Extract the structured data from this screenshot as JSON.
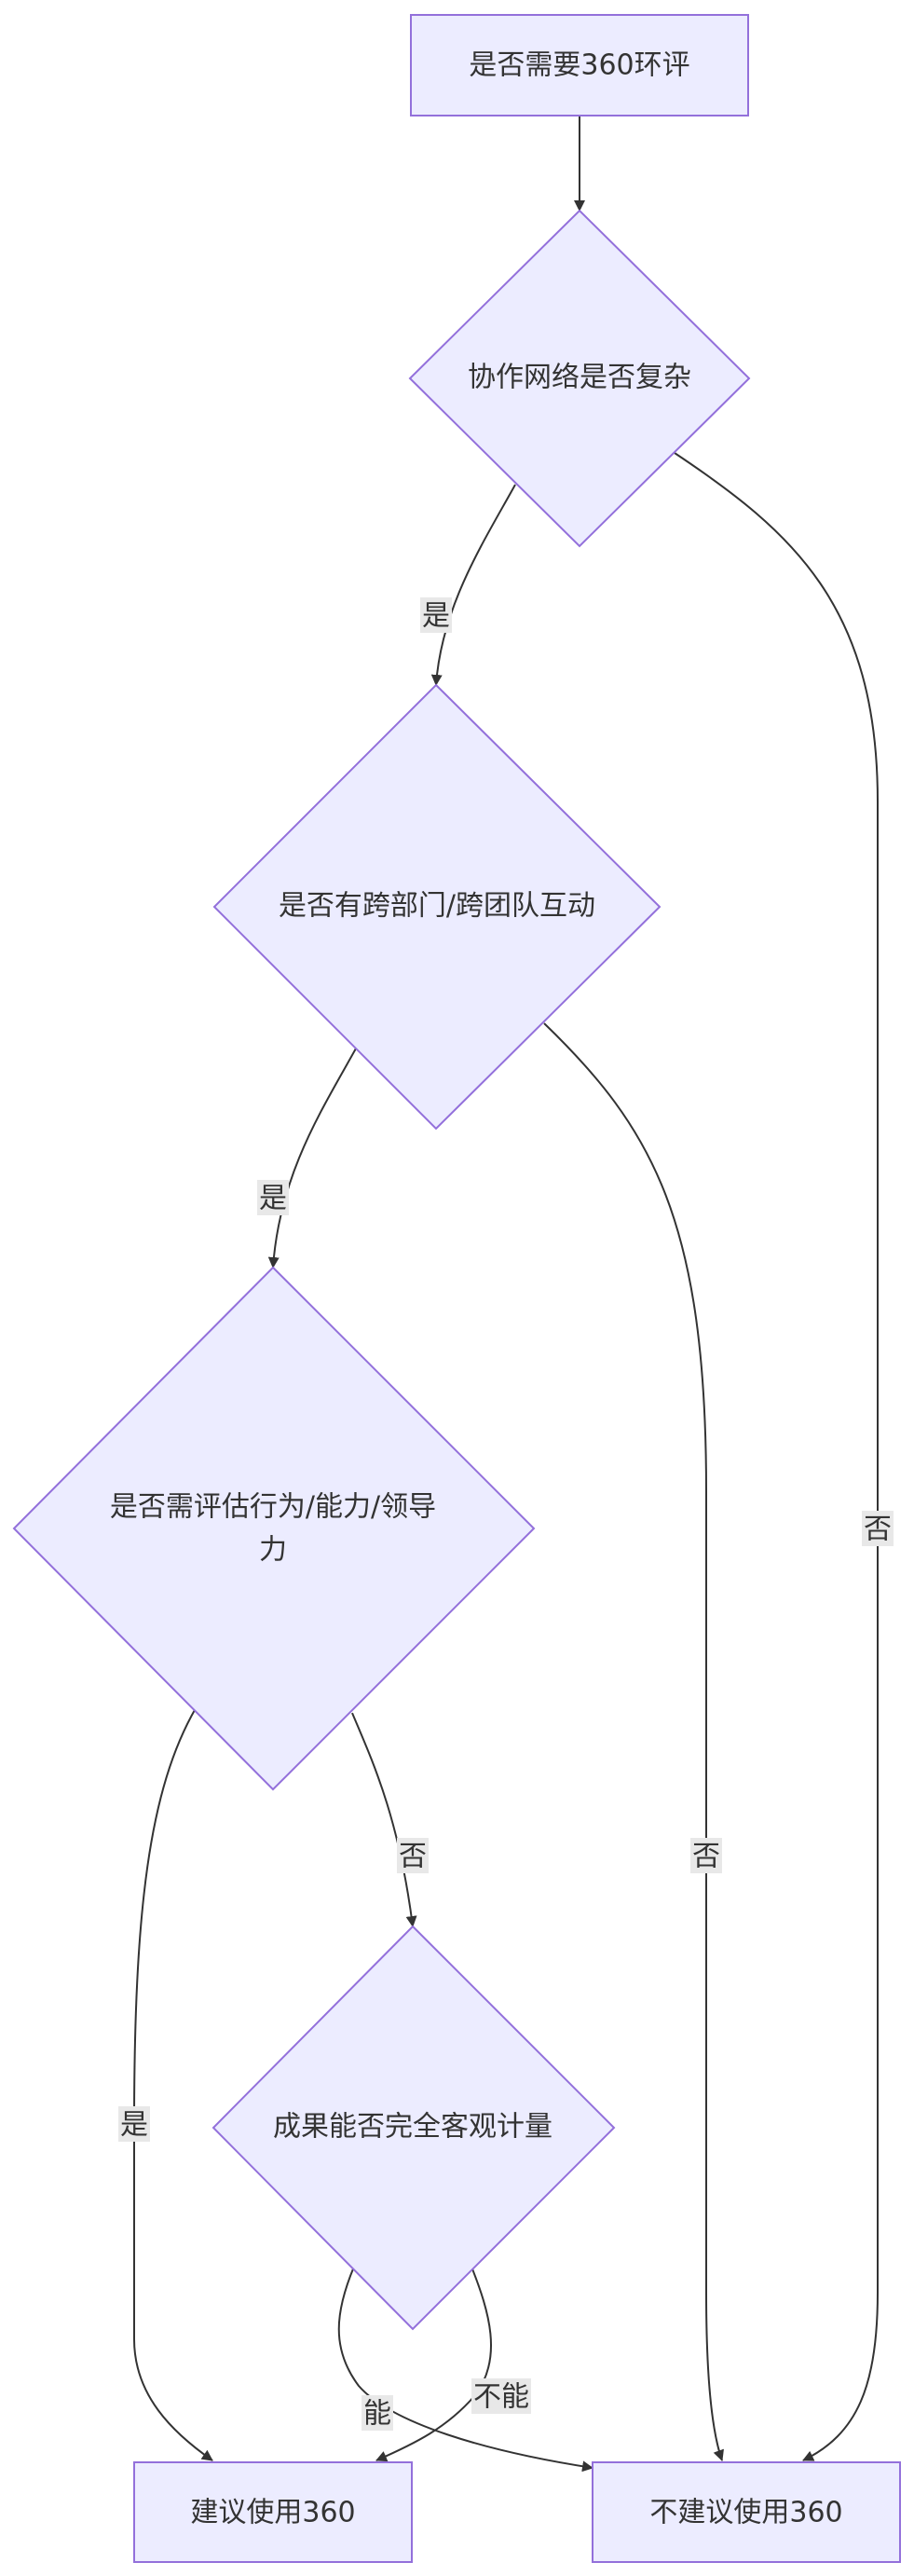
{
  "nodes": {
    "start": {
      "text": "是否需要360环评"
    },
    "complex": {
      "text": "协作网络是否复杂"
    },
    "cross": {
      "text": "是否有跨部门/跨团队互动"
    },
    "behavior": {
      "line1": "是否需评估行为/能力/领导",
      "line2": "力"
    },
    "objective": {
      "text": "成果能否完全客观计量"
    },
    "recommend": {
      "text": "建议使用360"
    },
    "not_recommend": {
      "text": "不建议使用360"
    }
  },
  "edges": {
    "complex_yes": "是",
    "complex_no": "否",
    "cross_yes": "是",
    "cross_no": "否",
    "behavior_yes": "是",
    "behavior_no": "否",
    "objective_can": "能",
    "objective_cannot": "不能"
  },
  "colors": {
    "node_fill": "#ECECFF",
    "node_stroke": "#9370DB",
    "edge": "#333333",
    "label_bg": "#E8E8E8"
  }
}
